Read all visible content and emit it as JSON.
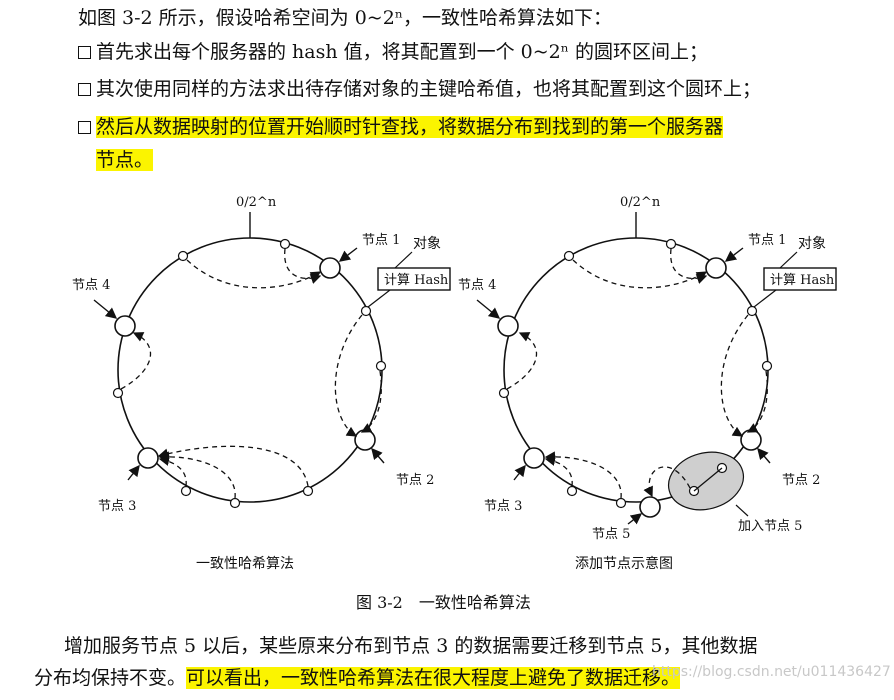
{
  "text": {
    "intro": "如图 3-2 所示，假设哈希空间为 0~2ⁿ，一致性哈希算法如下：",
    "b1": "首先求出每个服务器的 hash 值，将其配置到一个 0~2ⁿ 的圆环区间上；",
    "b2": "其次使用同样的方法求出待存储对象的主键哈希值，也将其配置到这个圆环上；",
    "b3_line1": "然后从数据映射的位置开始顺时针查找，将数据分布到找到的第一个服务器",
    "b3_line2": "节点。",
    "para_line1": "增加服务节点 5 以后，某些原来分布到节点 3 的数据需要迁移到节点 5，其他数据",
    "para_line2_a": "分布均保持不变。",
    "para_line2_b": "可以看出，一致性哈希算法在很大程度上避免了数据迁移。"
  },
  "figure": {
    "caption": "图 3-2　一致性哈希算法",
    "left": {
      "top_label": "0/2^n",
      "node1": "节点 1",
      "node2": "节点 2",
      "node3": "节点 3",
      "node4": "节点 4",
      "object_label": "对象",
      "hash_box": "计算 Hash",
      "subcaption": "一致性哈希算法"
    },
    "right": {
      "top_label": "0/2^n",
      "node1": "节点 1",
      "node2": "节点 2",
      "node3": "节点 3",
      "node4": "节点 4",
      "node5": "节点 5",
      "object_label": "对象",
      "hash_box": "计算 Hash",
      "add_label": "加入节点 5",
      "subcaption": "添加节点示意图"
    }
  },
  "watermark": "https://blog.csdn.net/u011436427"
}
